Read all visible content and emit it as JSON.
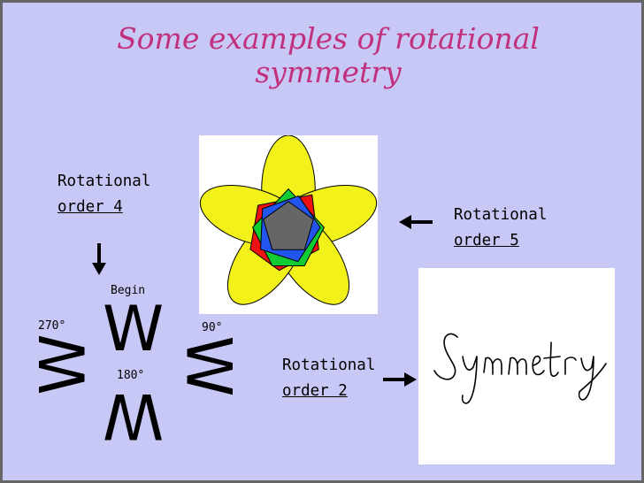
{
  "title": [
    "Some examples of rotational",
    "symmetry"
  ],
  "labels": {
    "order4": [
      "Rotational",
      "order 4"
    ],
    "order5": [
      "Rotational",
      "order 5"
    ],
    "order2": [
      "Rotational",
      "order 2"
    ]
  },
  "w_demo": {
    "letter": "W",
    "begin": "Begin",
    "deg90": "90°",
    "deg180": "180°",
    "deg270": "270°"
  },
  "signature": {
    "text": "Symmetry"
  },
  "colors": {
    "background": "#c8c8f6",
    "border": "#666666",
    "title": "#c0307c",
    "petal": "#f2f21a",
    "star_red": "#ee1111",
    "star_green": "#11cc33",
    "star_blue": "#2255ee",
    "center": "#666666"
  }
}
